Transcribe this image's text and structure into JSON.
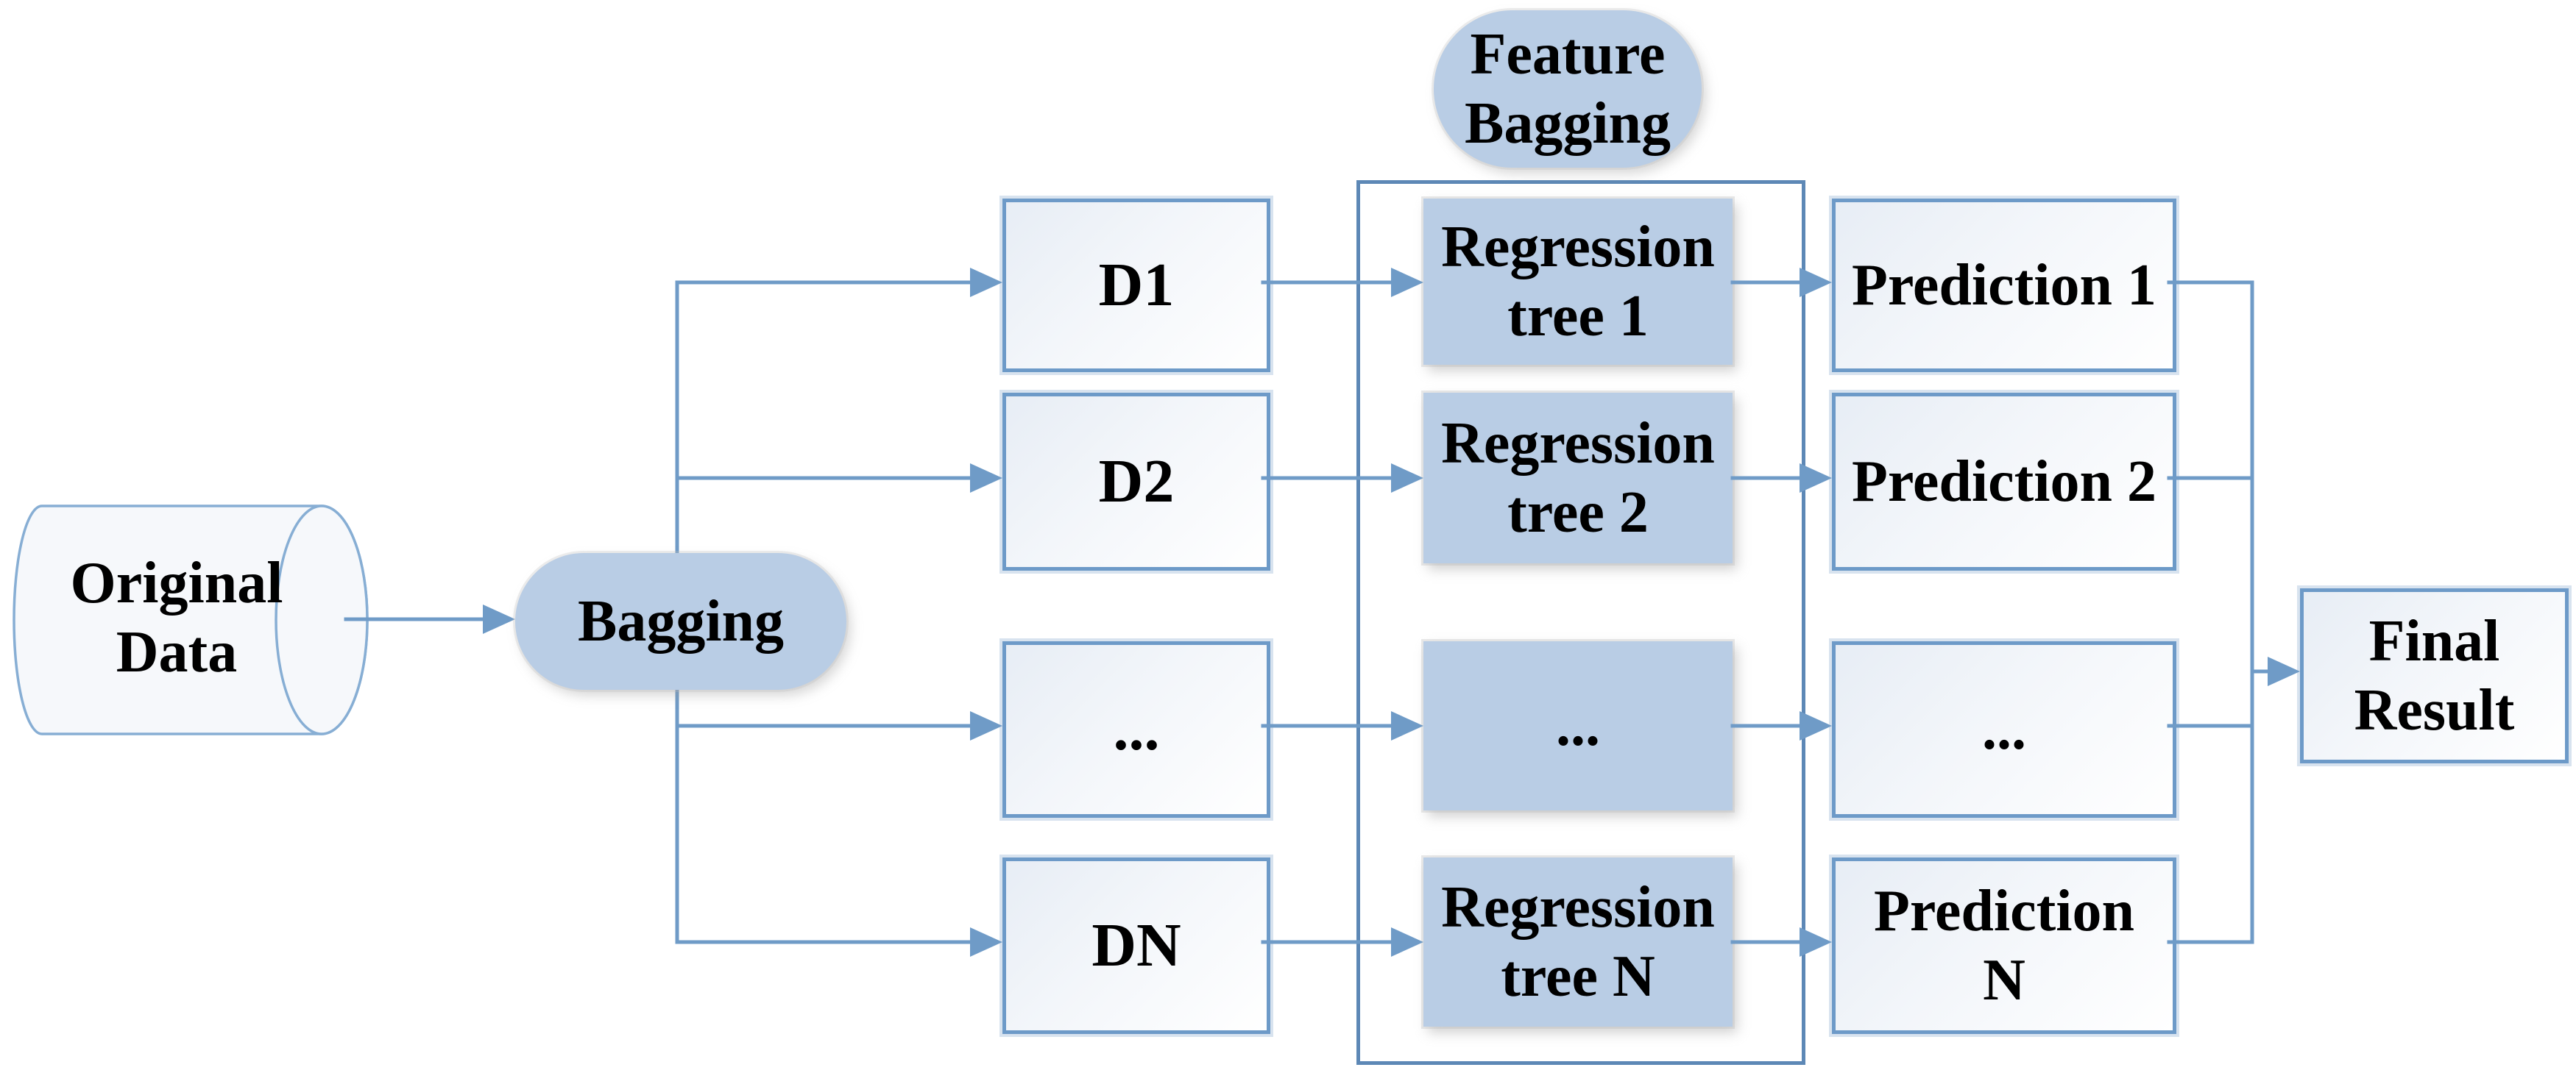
{
  "colors": {
    "node_fill": "#b9cde5",
    "box_border": "#6d9ac8",
    "connector": "#6f9bc7",
    "container_border": "#5d88b6",
    "cyl_stroke": "#87aed4",
    "text": "#000000"
  },
  "nodes": {
    "original_data": {
      "line1": "Original",
      "line2": "Data"
    },
    "bagging": {
      "label": "Bagging"
    },
    "feature_bagging": {
      "line1": "Feature",
      "line2": "Bagging"
    },
    "datasets": [
      {
        "label": "D1"
      },
      {
        "label": "D2"
      },
      {
        "label": "..."
      },
      {
        "label": "DN"
      }
    ],
    "trees": [
      {
        "line1": "Regression",
        "line2": "tree 1"
      },
      {
        "line1": "Regression",
        "line2": "tree 2"
      },
      {
        "line1": "...",
        "line2": ""
      },
      {
        "line1": "Regression",
        "line2": "tree N"
      }
    ],
    "predictions": [
      {
        "line1": "Prediction 1",
        "line2": ""
      },
      {
        "line1": "Prediction 2",
        "line2": ""
      },
      {
        "line1": "...",
        "line2": ""
      },
      {
        "line1": "Prediction",
        "line2": "N"
      }
    ],
    "final_result": {
      "line1": "Final",
      "line2": "Result"
    }
  }
}
